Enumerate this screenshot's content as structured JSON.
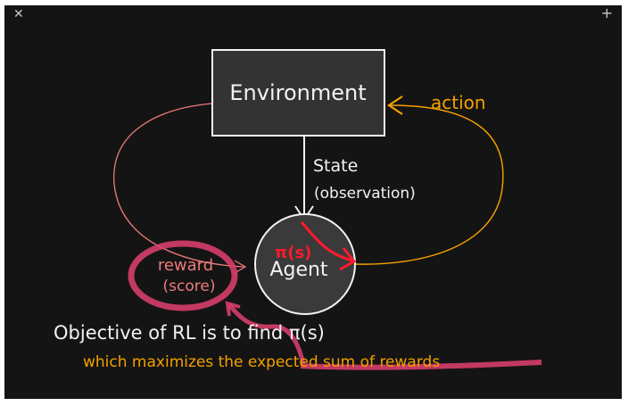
{
  "toolbar": {
    "close_icon": "close-icon",
    "add_icon": "plus-icon"
  },
  "diagram": {
    "environment_label": "Environment",
    "state_label": "State",
    "observation_label": "(observation)",
    "action_label": "action",
    "policy_label": "π(s)",
    "agent_label": "Agent",
    "reward_label": "reward",
    "score_label": "(score)",
    "objective_line1": "Objective of RL is to find π(s)",
    "objective_line2": "which maximizes the expected sum of rewards"
  },
  "colors": {
    "background": "#141414",
    "chalk_white": "#f2f2f2",
    "orange": "#f5a000",
    "salmon": "#f07a7a",
    "highlight_pink": "#e0406f",
    "red": "#ff1a2e"
  }
}
